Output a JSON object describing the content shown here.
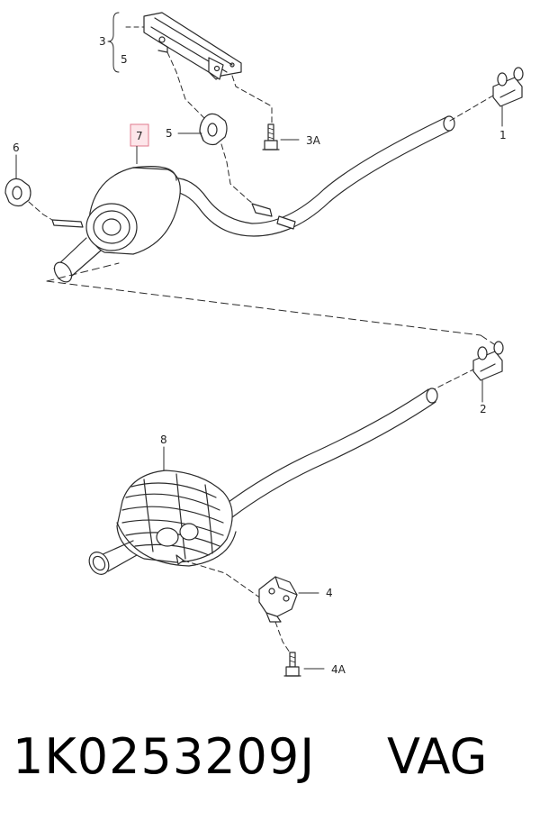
{
  "callouts": {
    "c1": "1",
    "c2": "2",
    "c3": "3",
    "c3a": "3A",
    "c4": "4",
    "c4a": "4A",
    "c5_bracket": "5",
    "c5": "5",
    "c6": "6",
    "c7": "7",
    "c8": "8"
  },
  "footer": {
    "part_number": "1K0253209J",
    "brand": "VAG"
  },
  "colors": {
    "line": "#2b2b2b",
    "highlight_fill": "#fde6ea",
    "highlight_stroke": "#e07a8c"
  }
}
